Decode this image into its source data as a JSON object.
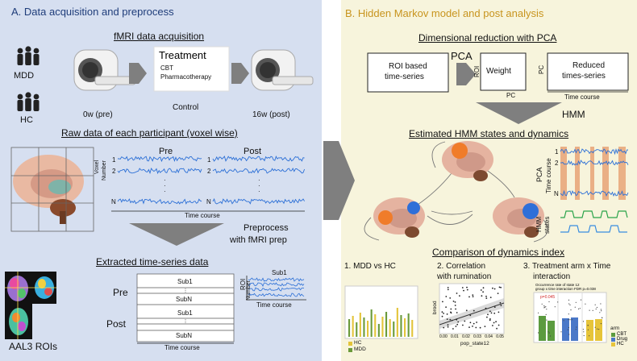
{
  "panel_a": {
    "title": "A. Data acquisition and preprocess",
    "acquisition": {
      "heading": "fMRI data acquisition",
      "group_mdd": "MDD",
      "group_hc": "HC",
      "treatment_title": "Treatment",
      "treatment_cbt": "CBT",
      "treatment_pharma": "Pharmacotherapy",
      "control": "Control",
      "time_pre": "0w (pre)",
      "time_post": "16w (post)"
    },
    "raw": {
      "heading": "Raw data of each participant (voxel wise)",
      "pre": "Pre",
      "post": "Post",
      "voxel_label_1": "Voxel",
      "voxel_label_2": "Number",
      "row_1": "1",
      "row_2": "2",
      "row_n": "N",
      "dots": "·",
      "time_course": "Time course",
      "preprocess_1": "Preprocess",
      "preprocess_2": "with fMRI prep"
    },
    "extracted": {
      "heading": "Extracted time-series data",
      "pre": "Pre",
      "post": "Post",
      "sub1": "Sub1",
      "subn": "SubN",
      "time_course": "Time course",
      "roi_1": "ROI",
      "roi_2": "Number",
      "right_sub1": "Sub1",
      "aal3": "AAL3 ROIs"
    }
  },
  "panel_b": {
    "title": "B. Hidden Markov model and post analysis",
    "pca": {
      "heading": "Dimensional reduction with PCA",
      "roi_box_1": "ROI based",
      "roi_box_2": "time-series",
      "pca_label": "PCA",
      "weight": "Weight",
      "roi": "ROI",
      "pc_side": "PC",
      "pc_bottom": "PC",
      "reduced_1": "Reduced",
      "reduced_2": "times-series",
      "time_course": "Time course"
    },
    "hmm": {
      "label": "HMM",
      "heading": "Estimated HMM states and dynamics",
      "pca_tc_1": "PCA",
      "pca_tc_2": "Time course",
      "hmm_states_1": "HMM",
      "hmm_states_2": "states",
      "row_1": "1",
      "row_2": "2",
      "row_n": "N"
    },
    "comparison": {
      "heading": "Comparison of dynamics index",
      "c1": "1. MDD vs HC",
      "c2_1": "2. Correlation",
      "c2_2": "with rumination",
      "c3_1": "3. Treatment arm x Time",
      "c3_2": "interaction",
      "legend_hc": "HC",
      "legend_mdd": "MDD",
      "scatter_ylabel": "brood",
      "scatter_xlabel": "pop_state12",
      "scatter_ticks": [
        "0.00",
        "0.01",
        "0.02",
        "0.03",
        "0.04",
        "0.05"
      ],
      "arm_title": "arm",
      "arm_cbt": "CBT",
      "arm_drug": "Drug",
      "arm_hc": "HC",
      "plot3_title_1": "Occurrence rate of state 12",
      "plot3_title_2": "group x time interaction FDR p=0.038",
      "plot3_p": "p=0.045"
    }
  },
  "colors": {
    "panel_a_bg": "#d6dff0",
    "panel_b_bg": "#f7f4dc",
    "signal": "#2b6fd6",
    "state_bar": "#e8a477",
    "hmm_green": "#2aa34a",
    "hmm_blue": "#3a8de0",
    "orange_node": "#f07c2a",
    "blue_node": "#2f6fd8",
    "bar_green": "#6a9a3a",
    "bar_yellow": "#e3c43a",
    "arm_cbt": "#5b9b3f",
    "arm_drug": "#4a78c8",
    "arm_hc": "#e6c43a"
  }
}
